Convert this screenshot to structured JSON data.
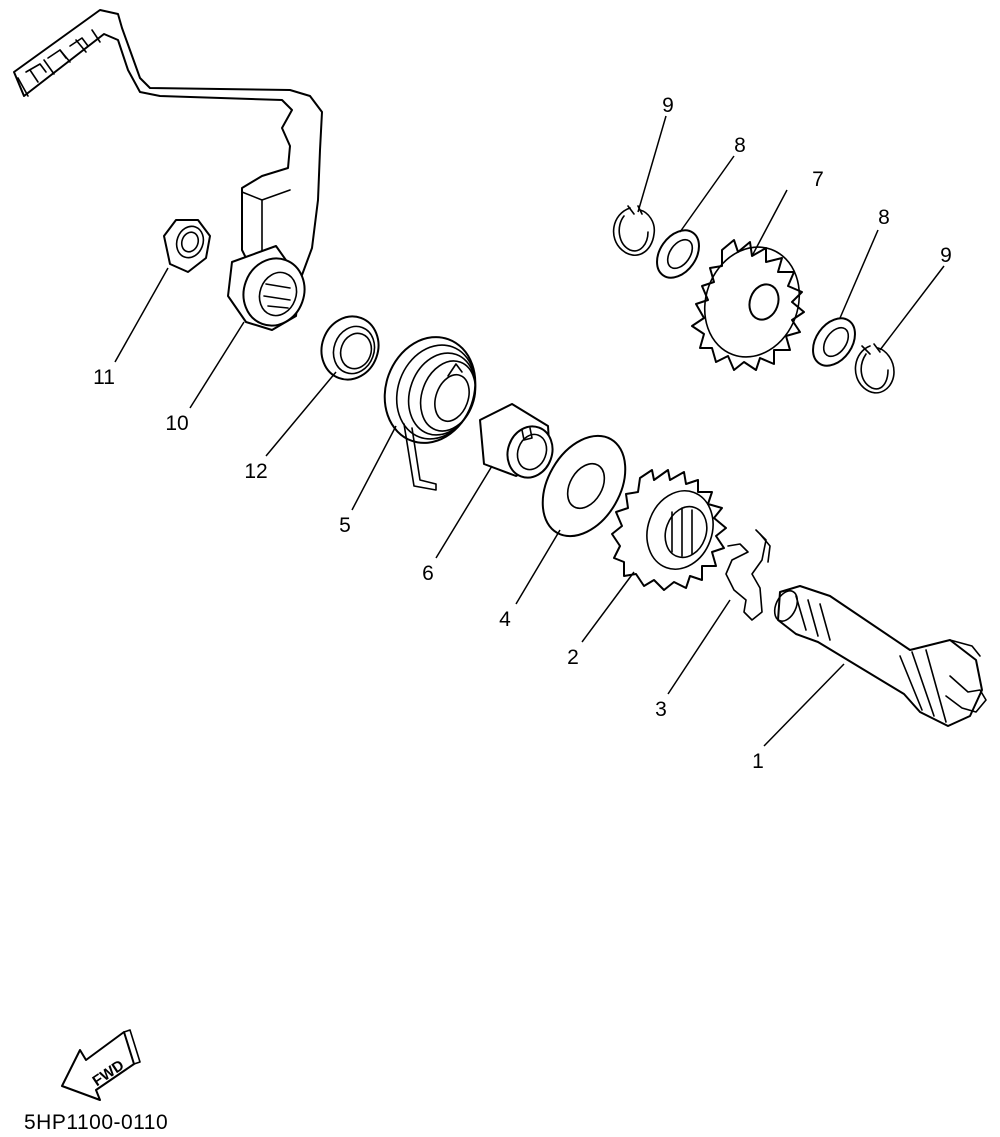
{
  "callouts": {
    "c1": "1",
    "c2": "2",
    "c3": "3",
    "c4": "4",
    "c5": "5",
    "c6": "6",
    "c7": "7",
    "c8a": "8",
    "c8b": "8",
    "c9a": "9",
    "c9b": "9",
    "c10": "10",
    "c11": "11",
    "c12": "12"
  },
  "fwd_label": "FWD",
  "document_code": "5HP1100-0110",
  "colors": {
    "line": "#000000",
    "background": "#ffffff"
  }
}
